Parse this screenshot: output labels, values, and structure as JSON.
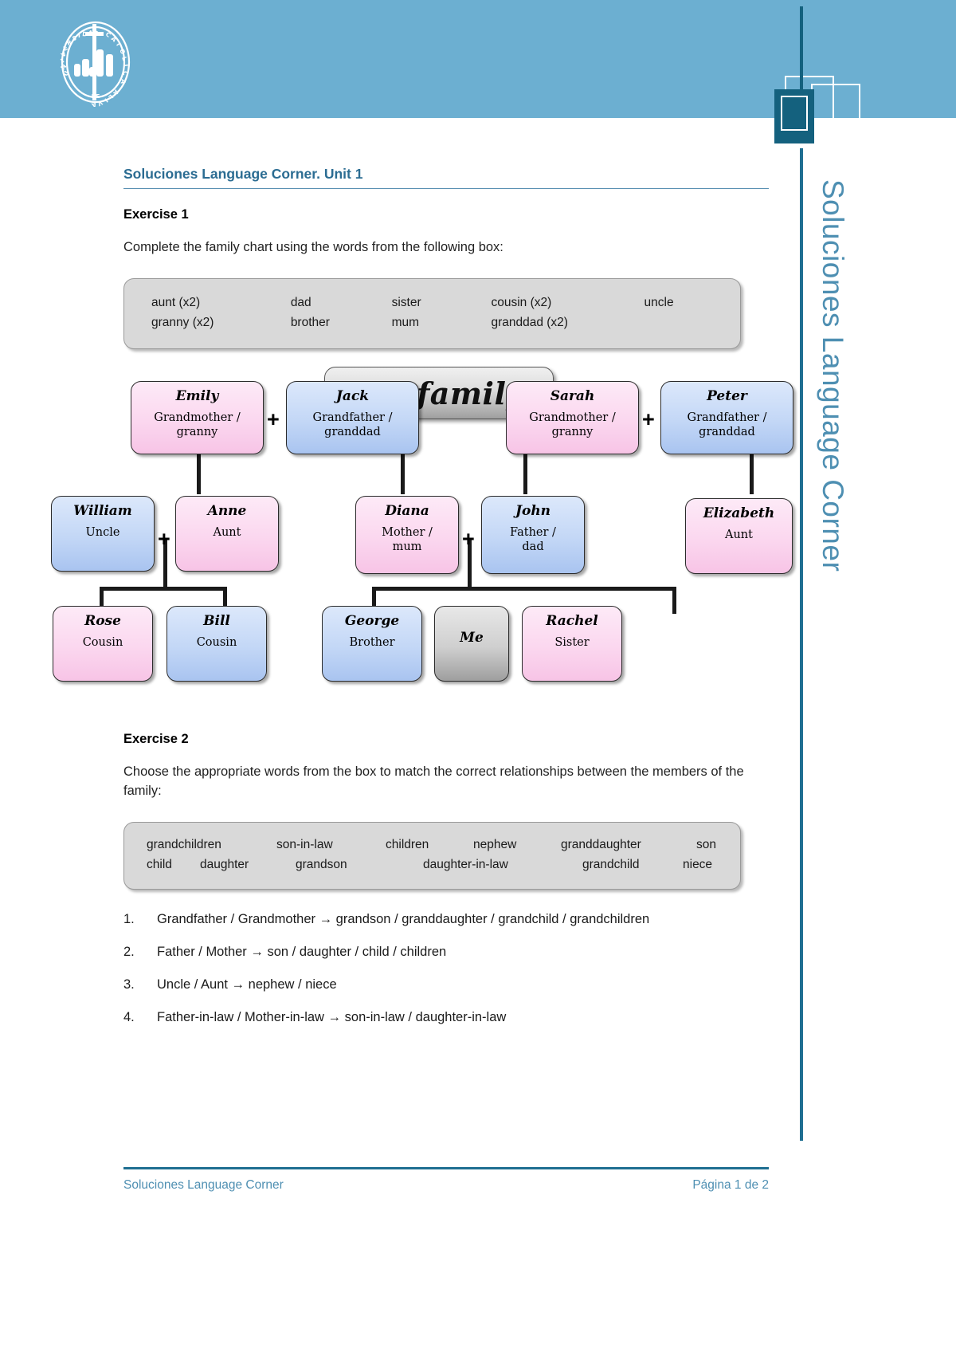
{
  "header": {
    "logo_alt": "Universidad Catolica de Avila",
    "logo_text_top": "UNIVERSIDAD CATOLICA",
    "logo_text_bottom": "DE AVILA",
    "band_color": "#6cafd1",
    "accent_color": "#14617e"
  },
  "sidebar": {
    "vertical_title": "Soluciones Language Corner",
    "color": "#4e8fb2"
  },
  "document": {
    "title": "Soluciones Language Corner. Unit 1",
    "title_color": "#2b6c92"
  },
  "exercise1": {
    "heading": "Exercise 1",
    "instruction": "Complete the family chart using the words from the following box:",
    "wordbank_rows": [
      [
        "aunt (x2)",
        "dad",
        "sister",
        "cousin (x2)",
        "uncle"
      ],
      [
        "granny (x2)",
        "brother",
        "mum",
        "granddad (x2)",
        ""
      ]
    ]
  },
  "family_chart": {
    "title": "My family",
    "generation1": [
      {
        "name": "Emily",
        "role": "Grandmother /",
        "role2": "granny",
        "color": "pink"
      },
      {
        "name": "Jack",
        "role": "Grandfather /",
        "role2": "granddad",
        "color": "blue"
      },
      {
        "name": "Sarah",
        "role": "Grandmother /",
        "role2": "granny",
        "color": "pink"
      },
      {
        "name": "Peter",
        "role": "Grandfather /",
        "role2": "granddad",
        "color": "blue"
      }
    ],
    "generation2": [
      {
        "name": "William",
        "role": "Uncle",
        "role2": "",
        "color": "blue"
      },
      {
        "name": "Anne",
        "role": "Aunt",
        "role2": "",
        "color": "pink"
      },
      {
        "name": "Diana",
        "role": "Mother /",
        "role2": "mum",
        "color": "pink"
      },
      {
        "name": "John",
        "role": "Father /",
        "role2": "dad",
        "color": "blue"
      },
      {
        "name": "Elizabeth",
        "role": "Aunt",
        "role2": "",
        "color": "pink"
      }
    ],
    "generation3": [
      {
        "name": "Rose",
        "role": "Cousin",
        "role2": "",
        "color": "pink"
      },
      {
        "name": "Bill",
        "role": "Cousin",
        "role2": "",
        "color": "blue"
      },
      {
        "name": "George",
        "role": "Brother",
        "role2": "",
        "color": "blue"
      },
      {
        "name": "Me",
        "role": "",
        "role2": "",
        "color": "gray"
      },
      {
        "name": "Rachel",
        "role": "Sister",
        "role2": "",
        "color": "pink"
      }
    ],
    "union_symbol": "+"
  },
  "exercise2": {
    "heading": "Exercise 2",
    "instruction": "Choose the appropriate words from the box to match the correct relationships between the members of the family:",
    "wordbank_rows": [
      [
        "grandchildren",
        "son-in-law",
        "children",
        "nephew",
        "granddaughter",
        "son"
      ],
      [
        "child",
        "daughter",
        "grandson",
        "daughter-in-law",
        "grandchild",
        "niece"
      ]
    ],
    "answers": [
      {
        "num": "1.",
        "text": "Grandfather / Grandmother → grandson / granddaughter / grandchild / grandchildren"
      },
      {
        "num": "2.",
        "text": "Father / Mother → son / daughter / child / children"
      },
      {
        "num": "3.",
        "text": "Uncle / Aunt → nephew / niece"
      },
      {
        "num": "4.",
        "text": "Father-in-law / Mother-in-law → son-in-law / daughter-in-law"
      }
    ]
  },
  "footer": {
    "left": "Soluciones Language Corner",
    "right": "Página 1 de 2"
  }
}
